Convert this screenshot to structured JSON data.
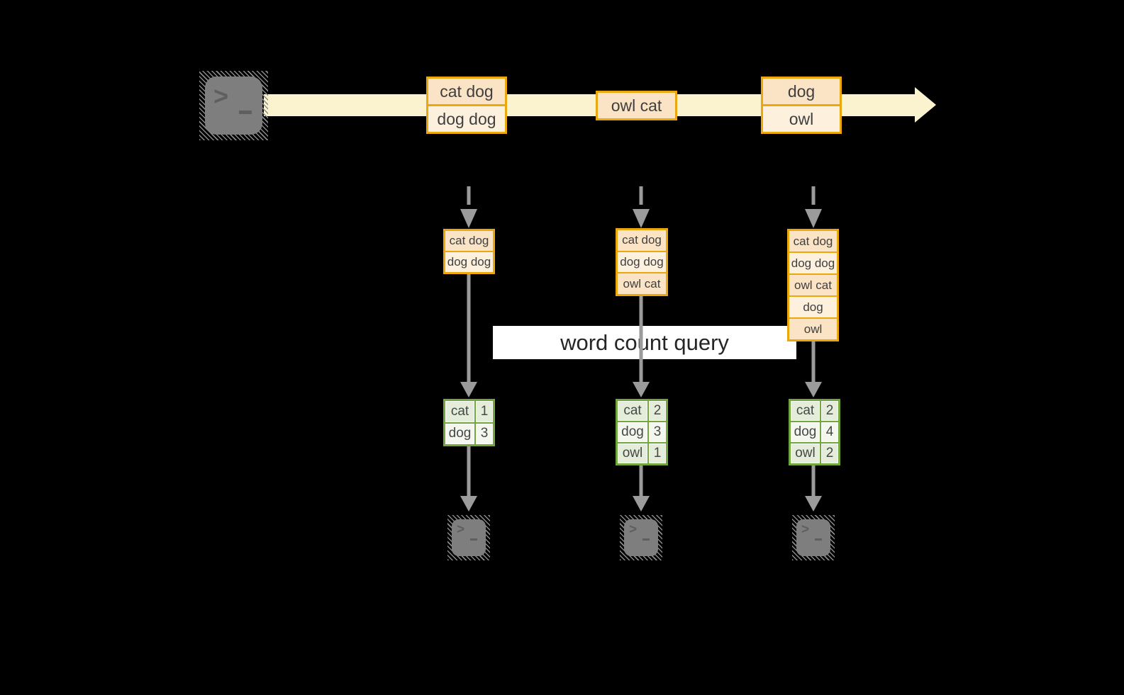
{
  "query_label": "word count query",
  "colors": {
    "background": "#000000",
    "stream_band": "#FBF2CF",
    "event_border": "#EBA70E",
    "event_row_peach": "#FBE3C6",
    "event_row_cream": "#FDF1DE",
    "table_border": "#71A73D",
    "table_cell_dark": "#E4ECDA",
    "table_cell_light": "#F3F7EE",
    "arrow_gray": "#9B9B9B",
    "terminal_gray": "#7E7E7E",
    "label_background": "#FFFFFF"
  },
  "icons": {
    "source": "terminal-icon",
    "sink": "terminal-icon"
  },
  "stream": {
    "events": [
      {
        "rows": [
          "cat dog",
          "dog dog"
        ]
      },
      {
        "rows": [
          "owl cat"
        ]
      },
      {
        "rows": [
          "dog",
          "owl"
        ]
      }
    ]
  },
  "columns": [
    {
      "batch_rows": [
        "cat dog",
        "dog dog"
      ],
      "counts": [
        {
          "word": "cat",
          "value": "1"
        },
        {
          "word": "dog",
          "value": "3"
        }
      ]
    },
    {
      "batch_rows": [
        "cat dog",
        "dog dog",
        "owl cat"
      ],
      "counts": [
        {
          "word": "cat",
          "value": "2"
        },
        {
          "word": "dog",
          "value": "3"
        },
        {
          "word": "owl",
          "value": "1"
        }
      ]
    },
    {
      "batch_rows": [
        "cat dog",
        "dog dog",
        "owl cat",
        "dog",
        "owl"
      ],
      "counts": [
        {
          "word": "cat",
          "value": "2"
        },
        {
          "word": "dog",
          "value": "4"
        },
        {
          "word": "owl",
          "value": "2"
        }
      ]
    }
  ]
}
